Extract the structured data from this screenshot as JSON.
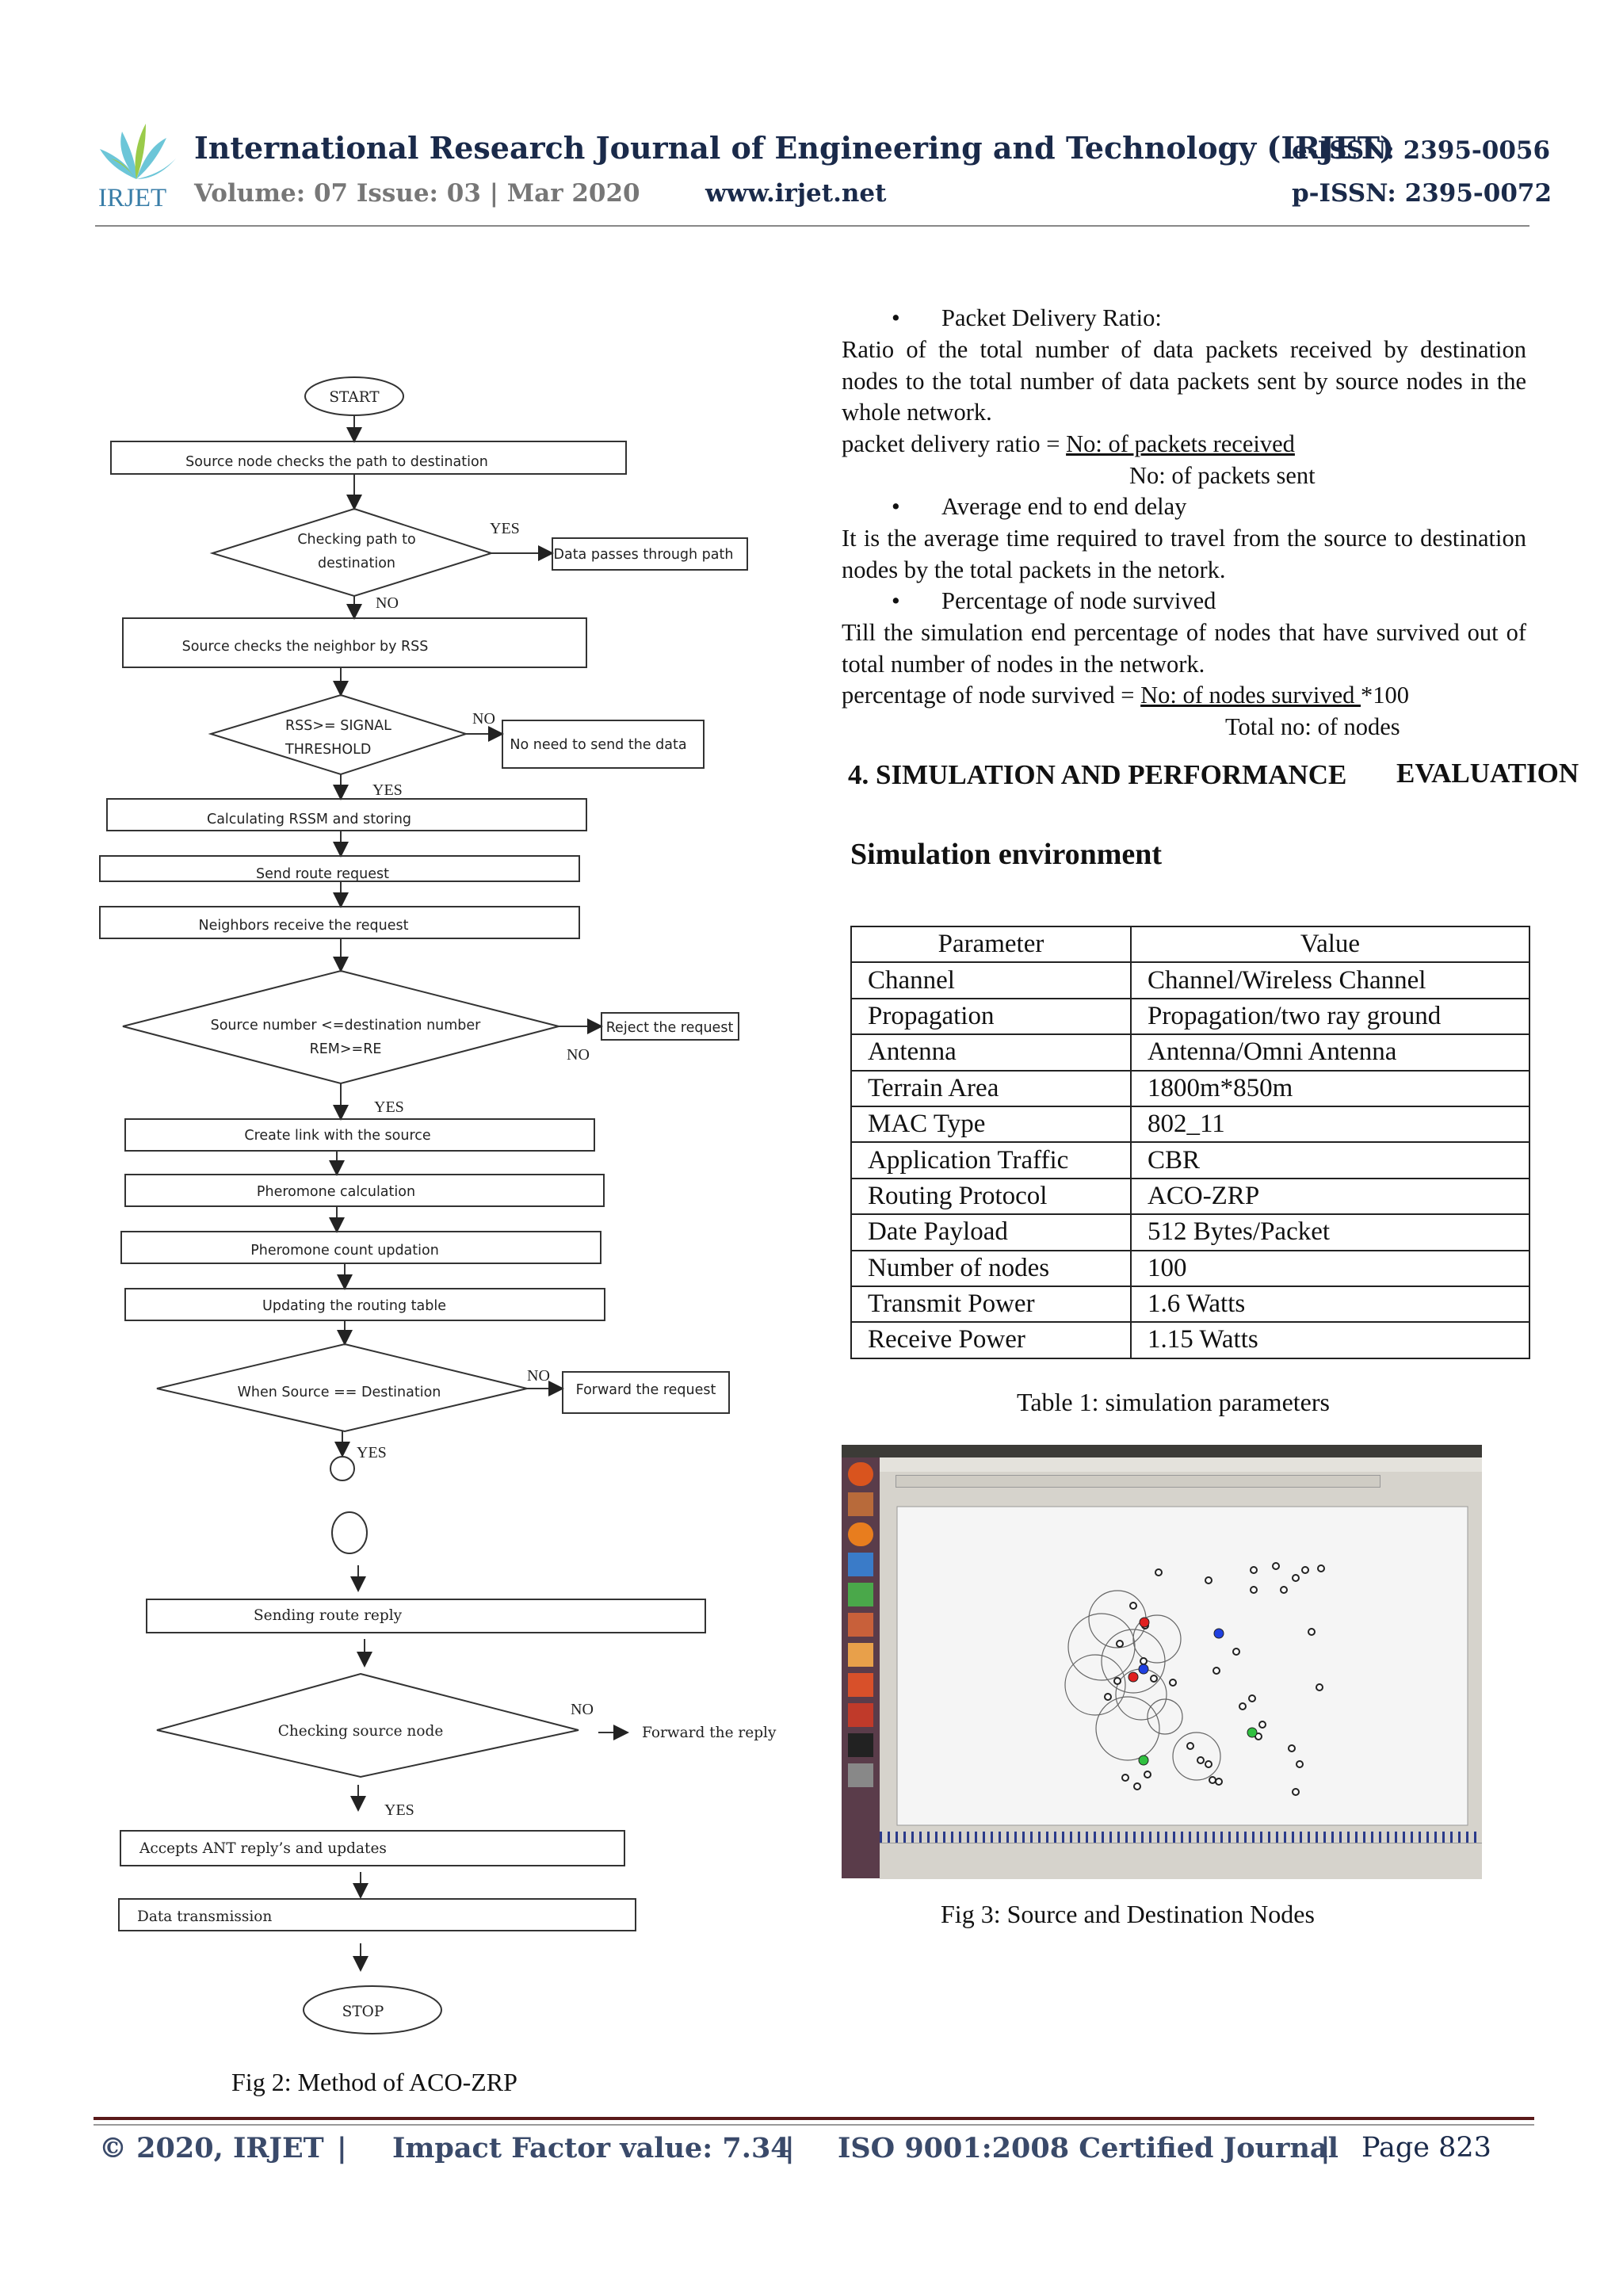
{
  "header": {
    "logo_text": "IRJET",
    "title": "International Research Journal of Engineering and Technology (IRJET)",
    "volume": "Volume: 07 Issue: 03 | Mar 2020",
    "website": "www.irjet.net",
    "eissn": "e-ISSN: 2395-0056",
    "pissn": "p-ISSN: 2395-0072"
  },
  "flowchart": {
    "start": "START",
    "b1": "Source node checks the path to destination",
    "d1_l1": "Checking path to",
    "d1_l2": "destination",
    "d1_yes": "YES",
    "d1_yes_box": "Data passes through path",
    "d1_no": "NO",
    "b2": "Source checks the neighbor by RSS",
    "d2_l1": "RSS>= SIGNAL",
    "d2_l2": "THRESHOLD",
    "d2_no": "NO",
    "d2_no_box": "No need to send the data",
    "d2_yes": "YES",
    "b3": "Calculating RSSM and storing",
    "b4": "Send route request",
    "b5": "Neighbors receive the request",
    "d3_l1": "Source number <=destination number",
    "d3_l2": "REM>=RE",
    "d3_no_box": "Reject the request",
    "d3_no": "NO",
    "d3_yes": "YES",
    "b6": "Create link with the source",
    "b7": "Pheromone calculation",
    "b8": "Pheromone count updation",
    "b9": "Updating the routing table",
    "d4": "When Source == Destination",
    "d4_no": "NO",
    "d4_no_box": "Forward   the request",
    "d4_yes": "YES",
    "b10": "Sending route reply",
    "d5": "Checking source node",
    "d5_no": "NO",
    "d5_no_text": "Forward the reply",
    "d5_yes": "YES",
    "b11": "Accepts ANT reply’s and updates",
    "b12": "Data transmission",
    "stop": "STOP",
    "caption": "Fig 2: Method of ACO-ZRP"
  },
  "metrics": {
    "pdr_bullet": "Packet Delivery Ratio:",
    "pdr_desc": "Ratio of the total number of data packets received by destination nodes to the total number of data packets sent by source nodes in the whole network.",
    "pdr_formula_lhs": "packet delivery ratio = ",
    "pdr_formula_num": "No: of packets received",
    "pdr_formula_den": "No: of packets sent",
    "delay_bullet": "Average end to end delay",
    "delay_desc": "It is the average time required to travel from the source to destination nodes by the total packets in the netork.",
    "surv_bullet": "Percentage of node survived",
    "surv_desc": "Till the simulation end percentage of nodes that have survived out of total number of nodes in the network.",
    "surv_formula_lhs": "percentage of node survived = ",
    "surv_formula_num": "No: of nodes survived ",
    "surv_formula_mult": "*100",
    "surv_formula_den": "Total no: of nodes"
  },
  "section": {
    "heading_a": "4. SIMULATION AND PERFORMANCE",
    "heading_b": "EVALUATION",
    "subheading": "Simulation environment"
  },
  "sim_table": {
    "header": [
      "Parameter",
      "Value"
    ],
    "rows": [
      [
        "Channel",
        "Channel/Wireless Channel"
      ],
      [
        "Propagation",
        "Propagation/two ray ground"
      ],
      [
        "Antenna",
        "Antenna/Omni Antenna"
      ],
      [
        "Terrain Area",
        "1800m*850m"
      ],
      [
        "MAC Type",
        "802_11"
      ],
      [
        "Application Traffic",
        "CBR"
      ],
      [
        "Routing Protocol",
        "ACO-ZRP"
      ],
      [
        "Date Payload",
        "512 Bytes/Packet"
      ],
      [
        "Number of nodes",
        "100"
      ],
      [
        "Transmit Power",
        "1.6 Watts"
      ],
      [
        "Receive Power",
        "1.15 Watts"
      ]
    ],
    "caption": "Table 1: simulation parameters"
  },
  "figure3": {
    "caption": "Fig 3: Source and Destination Nodes"
  },
  "footer": {
    "copyright": "© 2020, IRJET",
    "sep": "|",
    "impact": "Impact Factor value: 7.34",
    "iso": "ISO 9001:2008 Certified Journal",
    "page_label": "Page ",
    "page_num": "823"
  },
  "colors": {
    "header_text": "#1a2a4a",
    "rule_dark": "#5a1a1a",
    "footer_text": "#3a4a6a"
  }
}
